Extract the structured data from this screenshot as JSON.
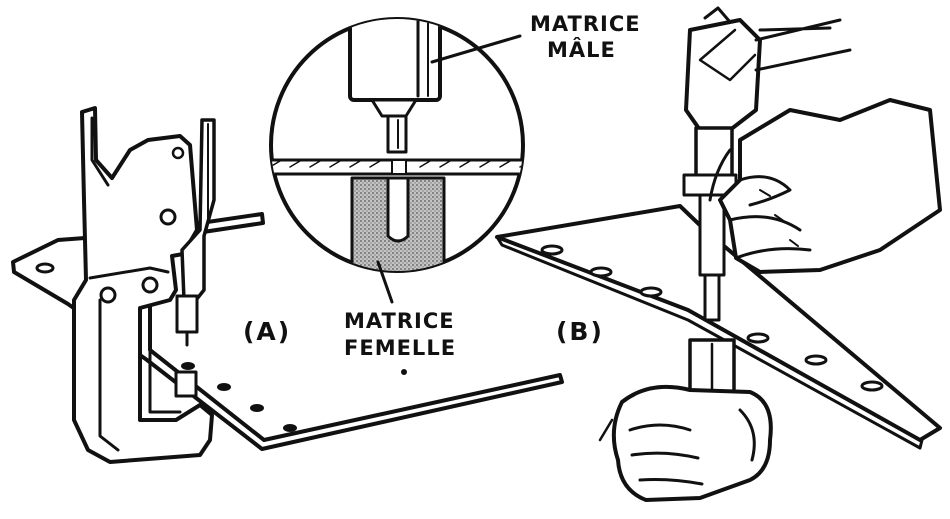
{
  "labels": {
    "male_die_line1": "MATRICE",
    "male_die_line2": "MÂLE",
    "female_die_line1": "MATRICE",
    "female_die_line2": "FEMELLE",
    "figure_a": "(A)",
    "figure_b": "(B)"
  },
  "colors": {
    "ink": "#111111",
    "paper": "#ffffff",
    "female_die_fill": "#b4b4b4"
  }
}
